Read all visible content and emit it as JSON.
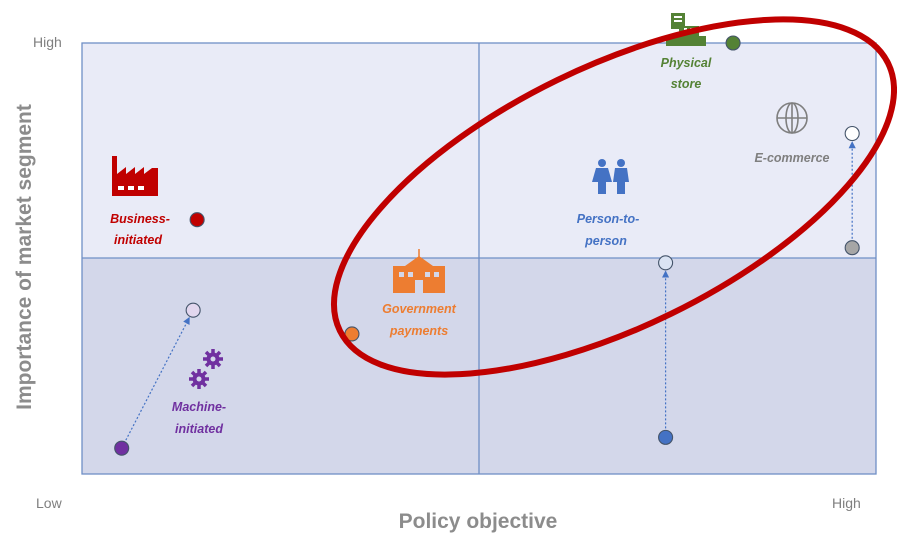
{
  "chart_data": {
    "type": "scatter",
    "xlabel": "Policy objective",
    "ylabel": "Importance of market segment",
    "xlim": [
      0,
      1
    ],
    "ylim": [
      0,
      1
    ],
    "x_ticks": {
      "low": "Low",
      "high": "High"
    },
    "y_ticks": {
      "low": "Low",
      "high": "High"
    },
    "quadrant_split": {
      "x": 0.5,
      "y": 0.5
    },
    "colors": {
      "upper_band": "#e9ebf7",
      "lower_band": "#d3d7ea",
      "grid": "#6f8fc6",
      "highlight": "#c00000"
    },
    "segments": [
      {
        "id": "business",
        "label_lines": [
          "Business-",
          "initiated"
        ],
        "color": "#c00000",
        "icon": "factory-icon",
        "points": [
          {
            "x": 0.145,
            "y": 0.59,
            "fill": "#c00000"
          }
        ],
        "arrows": []
      },
      {
        "id": "machine",
        "label_lines": [
          "Machine-",
          "initiated"
        ],
        "color": "#7030a0",
        "icon": "gears-icon",
        "points": [
          {
            "x": 0.05,
            "y": 0.06,
            "fill": "#7030a0"
          },
          {
            "x": 0.14,
            "y": 0.38,
            "fill": "#e2d7ee"
          }
        ],
        "arrows": [
          [
            0,
            1
          ]
        ]
      },
      {
        "id": "government",
        "label_lines": [
          "Government",
          "payments"
        ],
        "color": "#ed7d31",
        "icon": "government-building-icon",
        "points": [
          {
            "x": 0.34,
            "y": 0.325,
            "fill": "#ed7d31"
          }
        ],
        "arrows": []
      },
      {
        "id": "p2p",
        "label_lines": [
          "Person-to-",
          "person"
        ],
        "color": "#4472c4",
        "icon": "people-icon",
        "points": [
          {
            "x": 0.735,
            "y": 0.085,
            "fill": "#4472c4"
          },
          {
            "x": 0.735,
            "y": 0.49,
            "fill": "#dae3f3"
          }
        ],
        "arrows": [
          [
            0,
            1
          ]
        ]
      },
      {
        "id": "store",
        "label_lines": [
          "Physical",
          "store"
        ],
        "color": "#548235",
        "icon": "cash-register-icon",
        "points": [
          {
            "x": 0.82,
            "y": 1.0,
            "fill": "#548235"
          }
        ],
        "arrows": []
      },
      {
        "id": "ecommerce",
        "label_lines": [
          "E-commerce"
        ],
        "color": "#7f7f7f",
        "icon": "globe-icon",
        "points": [
          {
            "x": 0.97,
            "y": 0.525,
            "fill": "#a6a6a6"
          },
          {
            "x": 0.97,
            "y": 0.79,
            "fill": "#ffffff"
          }
        ],
        "arrows": [
          [
            0,
            1
          ]
        ]
      }
    ]
  }
}
